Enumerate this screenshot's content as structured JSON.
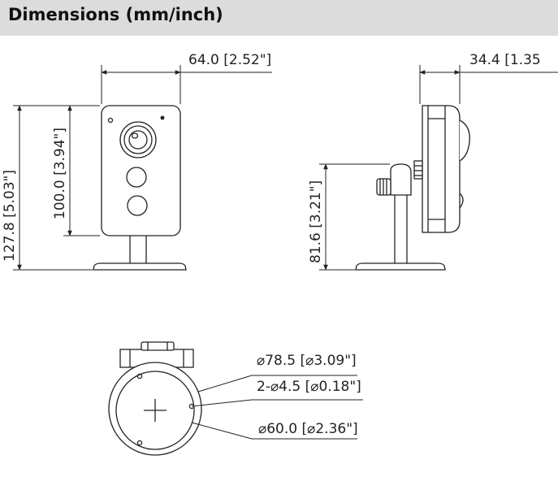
{
  "header": {
    "title": "Dimensions (mm/inch)"
  },
  "front_view": {
    "width_label": "64.0 [2.52\"]",
    "total_height_label": "127.8 [5.03\"]",
    "body_height_label": "100.0 [3.94\"]"
  },
  "side_view": {
    "depth_label": "34.4 [1.35",
    "height_label": "81.6 [3.21\"]"
  },
  "base_view": {
    "outer_diameter_label": "⌀78.5 [⌀3.09\"]",
    "hole_label": "2-⌀4.5 [⌀0.18\"]",
    "inner_diameter_label": "⌀60.0 [⌀2.36\"]"
  },
  "colors": {
    "header_bg": "#dcdcdc",
    "line": "#222222"
  }
}
